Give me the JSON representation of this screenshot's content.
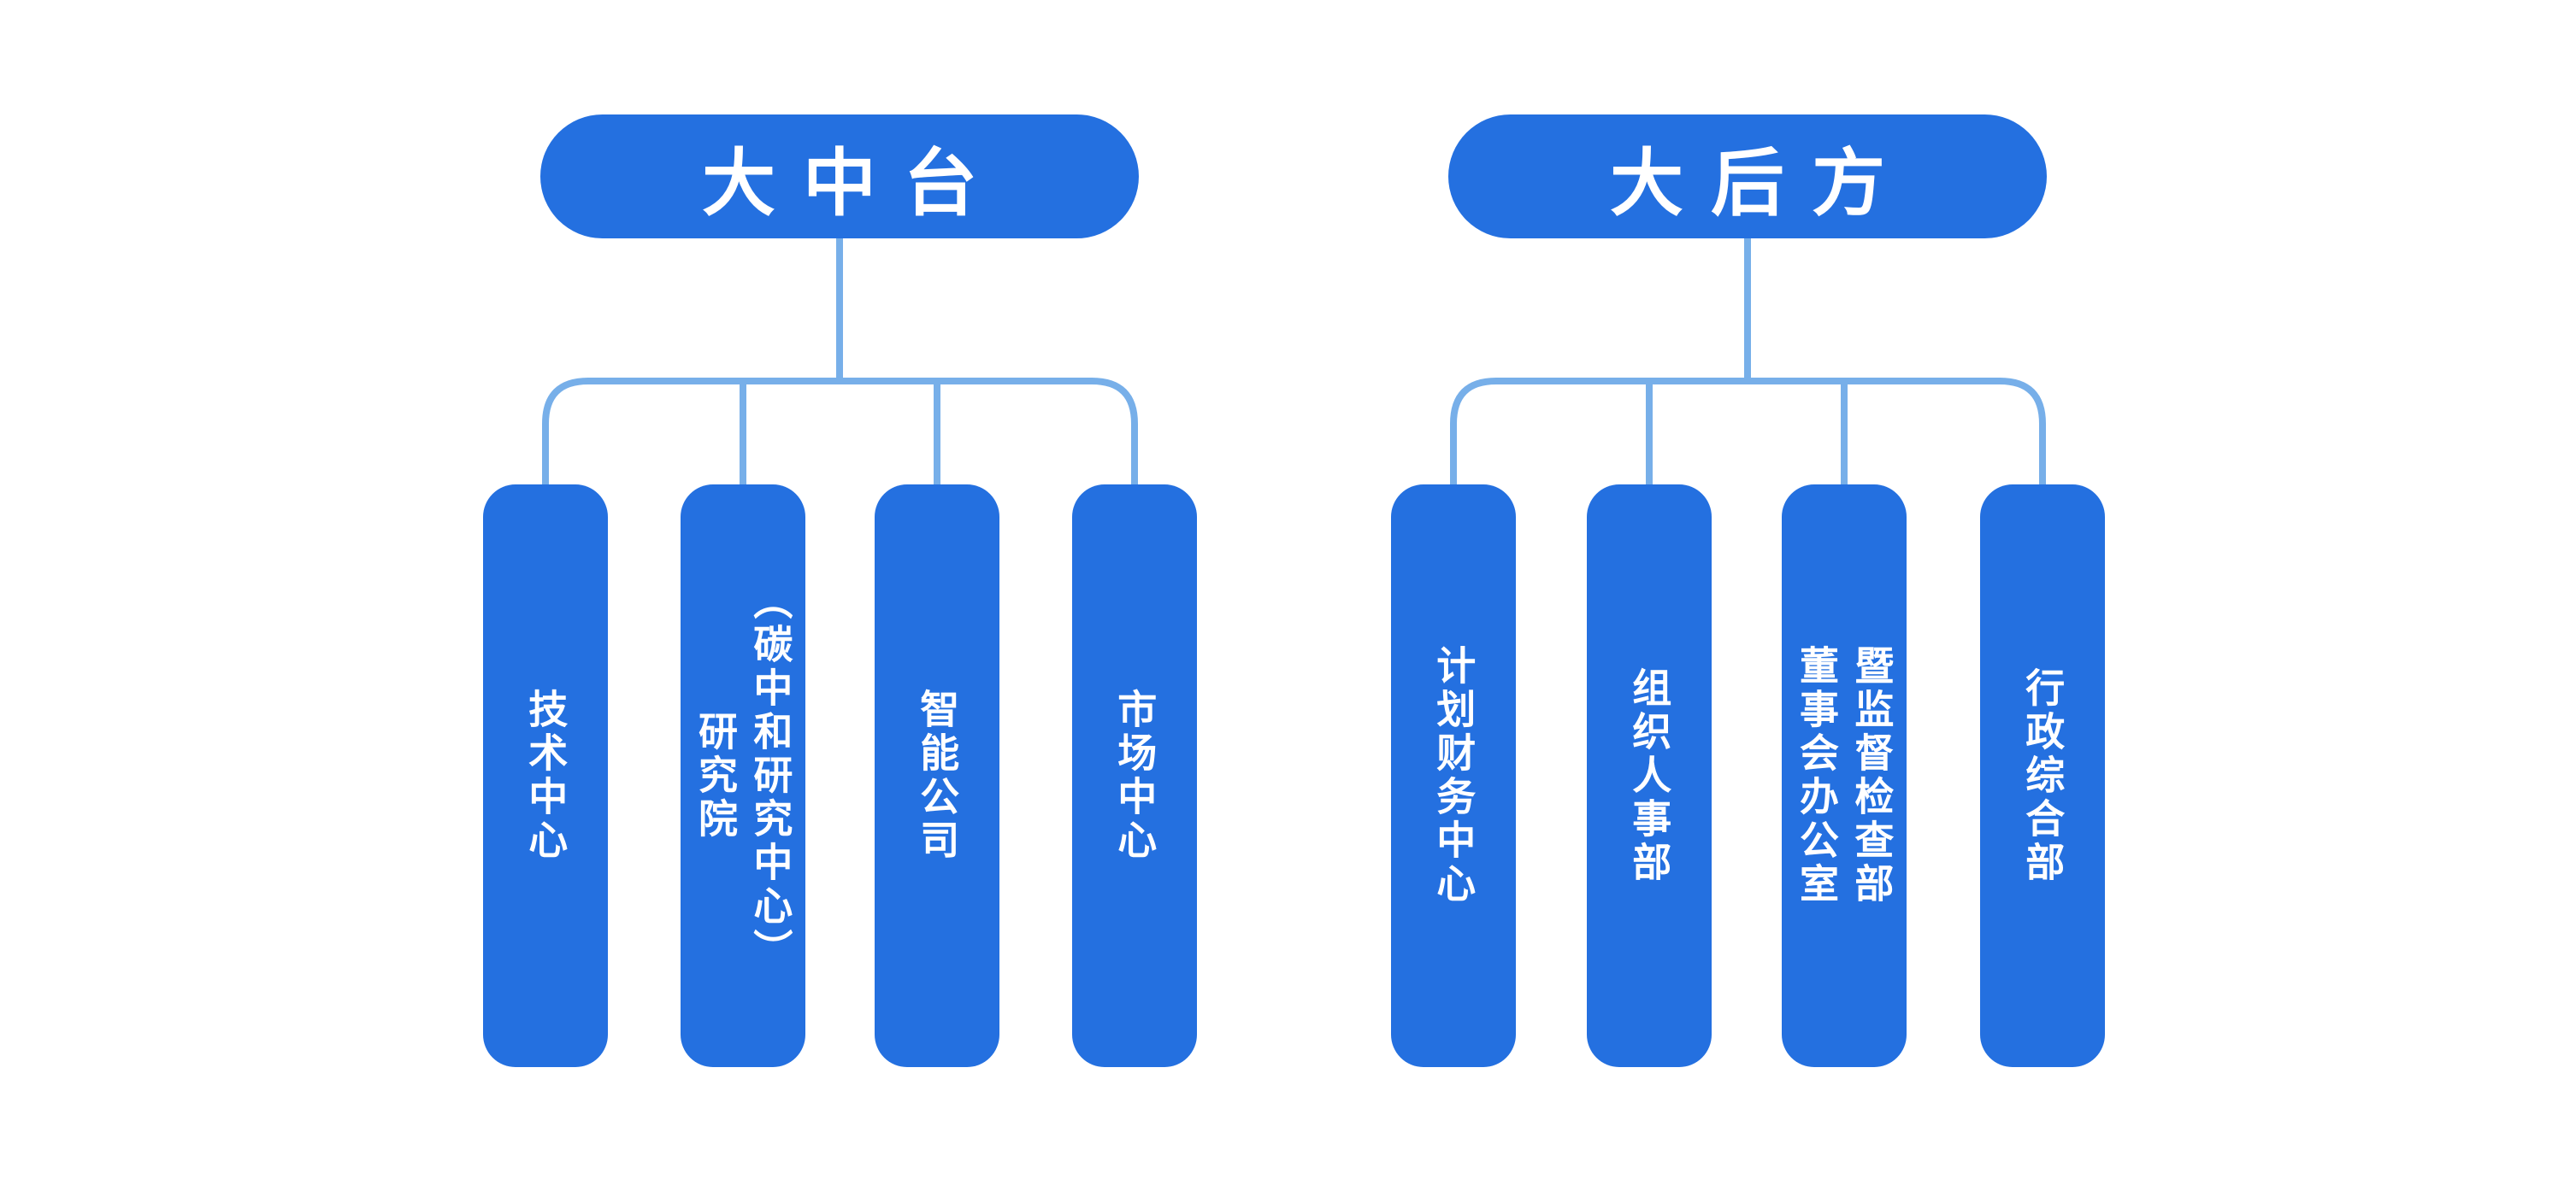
{
  "colors": {
    "node_fill": "#2470E0",
    "connector": "#77AFE9",
    "node_text": "#FFFFFF",
    "background": "#FFFFFF"
  },
  "tree": {
    "groups": [
      {
        "root": {
          "label": "大中台"
        },
        "children": [
          {
            "label": "技术中心"
          },
          {
            "label": "研究院\n（碳中和研究中心）"
          },
          {
            "label": "智能公司"
          },
          {
            "label": "市场中心"
          }
        ]
      },
      {
        "root": {
          "label": "大后方"
        },
        "children": [
          {
            "label": "计划财务中心"
          },
          {
            "label": "组织人事部"
          },
          {
            "label": "董事会办公室\n暨监督检查部"
          },
          {
            "label": "行政综合部"
          }
        ]
      }
    ]
  }
}
